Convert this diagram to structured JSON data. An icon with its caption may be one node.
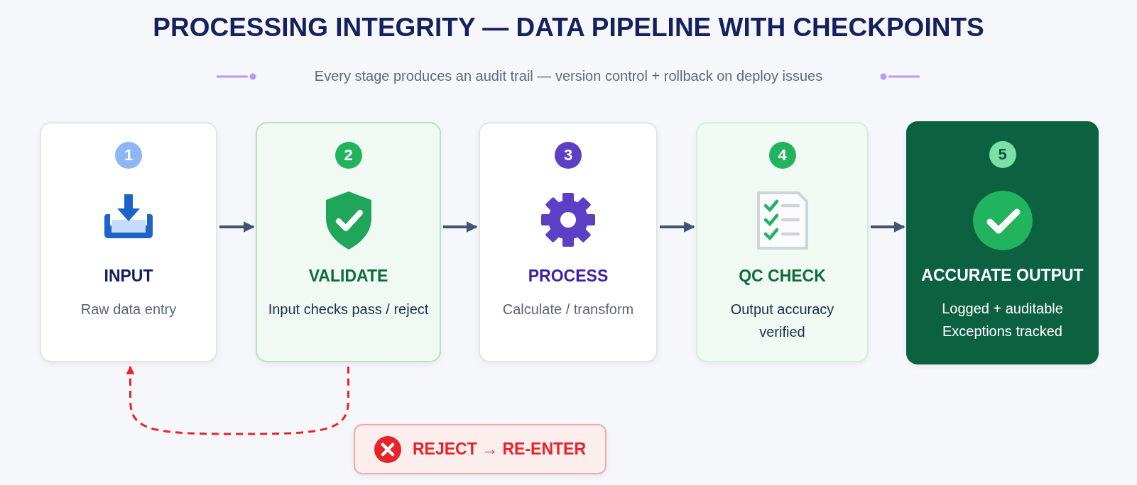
{
  "diagram": {
    "title": "PROCESSING INTEGRITY — DATA PIPELINE WITH CHECKPOINTS",
    "labels": [
      "Every stage produces an audit trail — version control + rollback on deploy issues"
    ],
    "nodes": [
      {
        "text": [
          "1",
          "INPUT",
          "Raw data entry"
        ]
      },
      {
        "text": [
          "2",
          "VALIDATE",
          "Input checks pass / reject"
        ]
      },
      {
        "text": [
          "3",
          "PROCESS",
          "Calculate / transform"
        ]
      },
      {
        "text": [
          "4",
          "QC CHECK",
          "Output accuracy verified"
        ]
      },
      {
        "text": [
          "5",
          "ACCURATE OUTPUT",
          "Logged + auditable Exceptions tracked"
        ]
      },
      {
        "text": [
          "REJECT → RE-ENTER"
        ]
      }
    ],
    "edges": [
      {
        "from": 0,
        "to": 1,
        "arrow": "to"
      },
      {
        "from": 1,
        "to": 2,
        "arrow": "to"
      },
      {
        "from": 2,
        "to": 3,
        "arrow": "to"
      },
      {
        "from": 3,
        "to": 4,
        "arrow": "to"
      },
      {
        "from": 1,
        "to": 0,
        "arrow": "to",
        "style": "dashed",
        "color": "#e5252a"
      }
    ]
  }
}
